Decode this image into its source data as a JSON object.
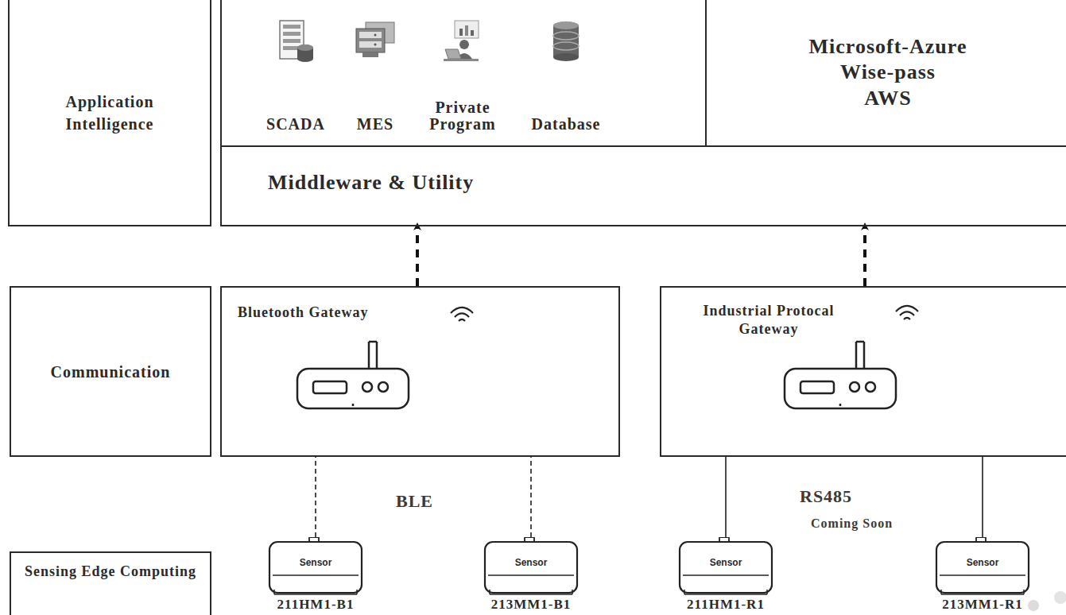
{
  "diagram": {
    "nodes": [
      {
        "text": [
          "Application Intelligence"
        ]
      },
      {
        "text": [
          "SCADA",
          "MES",
          "Private Program",
          "Database"
        ]
      },
      {
        "text": [
          "Microsoft-Azure",
          "Wise-pass",
          "AWS"
        ]
      },
      {
        "text": [
          "Middleware & Utility"
        ]
      },
      {
        "text": [
          "Communication"
        ]
      },
      {
        "text": [
          "Bluetooth Gateway"
        ]
      },
      {
        "text": [
          "Industrial Protocal Gateway"
        ]
      },
      {
        "text": [
          "Sensing Edge Computing"
        ]
      },
      {
        "text": [
          "Sensor",
          "211HM1-B1"
        ]
      },
      {
        "text": [
          "Sensor",
          "213MM1-B1"
        ]
      },
      {
        "text": [
          "Sensor",
          "211HM1-R1"
        ]
      },
      {
        "text": [
          "Sensor",
          "213MM1-R1"
        ]
      }
    ],
    "edges": [
      {
        "from": 5,
        "to": 3,
        "arrow": "to"
      },
      {
        "from": 6,
        "to": 3,
        "arrow": "to"
      },
      {
        "from": 8,
        "to": 5,
        "arrow": "none"
      },
      {
        "from": 9,
        "to": 5,
        "arrow": "none"
      },
      {
        "from": 10,
        "to": 6,
        "arrow": "none"
      },
      {
        "from": 11,
        "to": 6,
        "arrow": "none"
      }
    ],
    "labels": [
      "BLE",
      "RS485",
      "Coming Soon"
    ]
  }
}
